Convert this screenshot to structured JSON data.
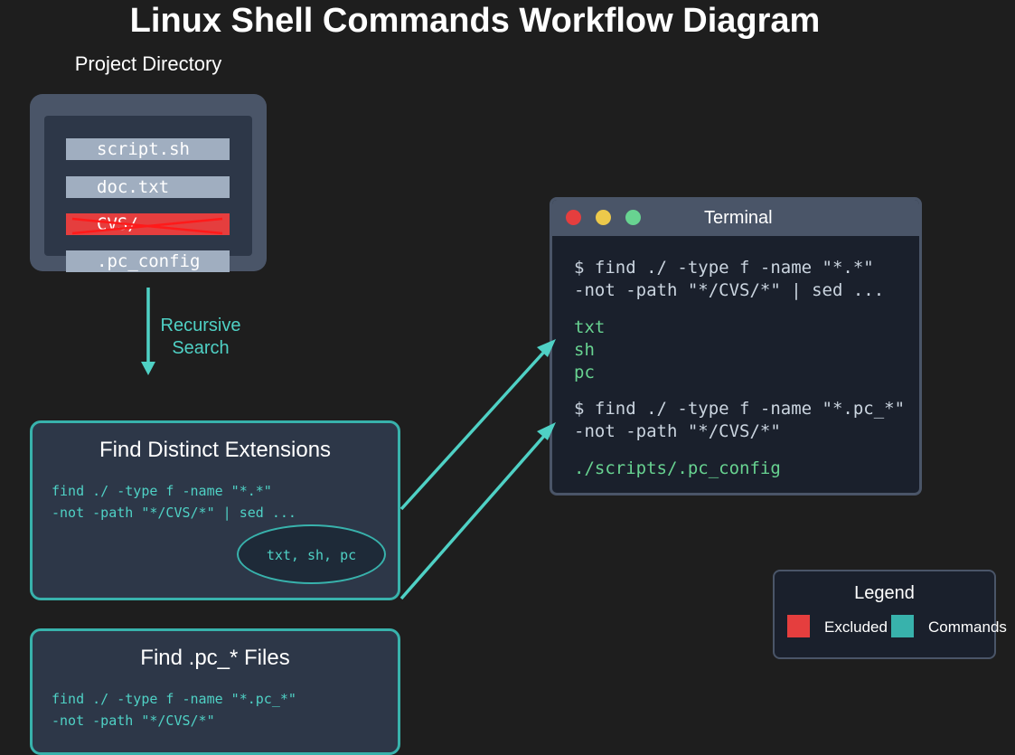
{
  "title": "Linux Shell Commands Workflow Diagram",
  "project": {
    "label": "Project Directory",
    "files": [
      "script.sh",
      "doc.txt",
      "CVS/",
      ".pc_config"
    ]
  },
  "recursive_search": {
    "line1": "Recursive",
    "line2": "Search"
  },
  "find_extensions": {
    "title": "Find Distinct Extensions",
    "code_line1": "find ./ -type f -name \"*.*\"",
    "code_line2": "-not -path \"*/CVS/*\" | sed ...",
    "result": "txt, sh, pc"
  },
  "find_pc": {
    "title": "Find .pc_* Files",
    "code_line1": "find ./ -type f -name \"*.pc_*\"",
    "code_line2": "-not -path \"*/CVS/*\""
  },
  "terminal": {
    "title": "Terminal",
    "lines": [
      "$ find ./ -type f -name \"*.*\"",
      "-not -path \"*/CVS/*\" | sed ...",
      "txt",
      "sh",
      "pc",
      "$ find ./ -type f -name \"*.pc_*\"",
      "-not -path \"*/CVS/*\"",
      "./scripts/.pc_config"
    ]
  },
  "legend": {
    "title": "Legend",
    "excluded": "Excluded",
    "commands": "Commands"
  },
  "colors": {
    "background": "#1e1e1e",
    "accent_teal": "#38b2ac",
    "excluded_red": "#e53e3e",
    "output_green": "#68d391"
  }
}
